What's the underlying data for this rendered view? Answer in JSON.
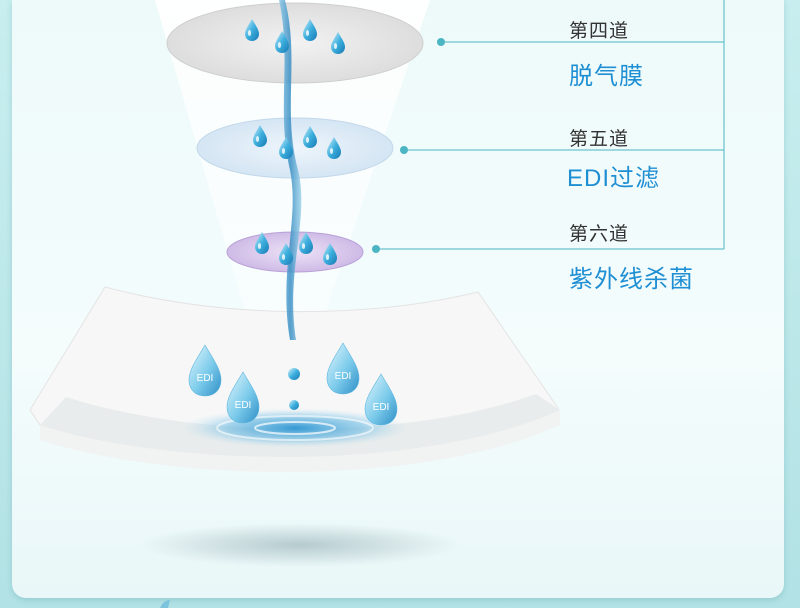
{
  "stages": [
    {
      "step": "第四道",
      "name": "脱气膜"
    },
    {
      "step": "第五道",
      "name": "EDI过滤"
    },
    {
      "step": "第六道",
      "name": "紫外线杀菌"
    }
  ],
  "drop_label": "EDI",
  "colors": {
    "accent_blue": "#1f8fd4",
    "line": "#4bb5c3",
    "filter_purple": "#d8c6ec"
  }
}
